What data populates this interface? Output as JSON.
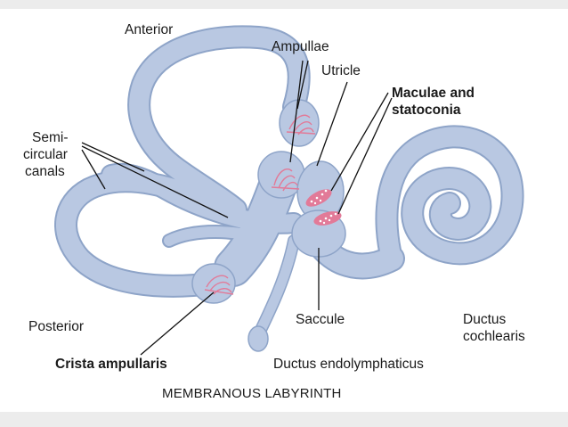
{
  "diagram": {
    "caption": "MEMBRANOUS LABYRINTH",
    "labels": {
      "anterior": "Anterior",
      "ampullae": "Ampullae",
      "utricle": "Utricle",
      "maculae_line1": "Maculae and",
      "maculae_line2": "statoconia",
      "semi_line1": "Semi-",
      "semi_line2": "circular",
      "semi_line3": "canals",
      "posterior": "Posterior",
      "crista": "Crista ampullaris",
      "saccule": "Saccule",
      "ductus_cochlearis_line1": "Ductus",
      "ductus_cochlearis_line2": "cochlearis",
      "ductus_endolymphaticus": "Ductus endolymphaticus"
    },
    "colors": {
      "membrane_fill": "#b9c8e2",
      "membrane_stroke": "#8ea4c8",
      "sensory": "#e27a98",
      "line": "#111111"
    }
  }
}
